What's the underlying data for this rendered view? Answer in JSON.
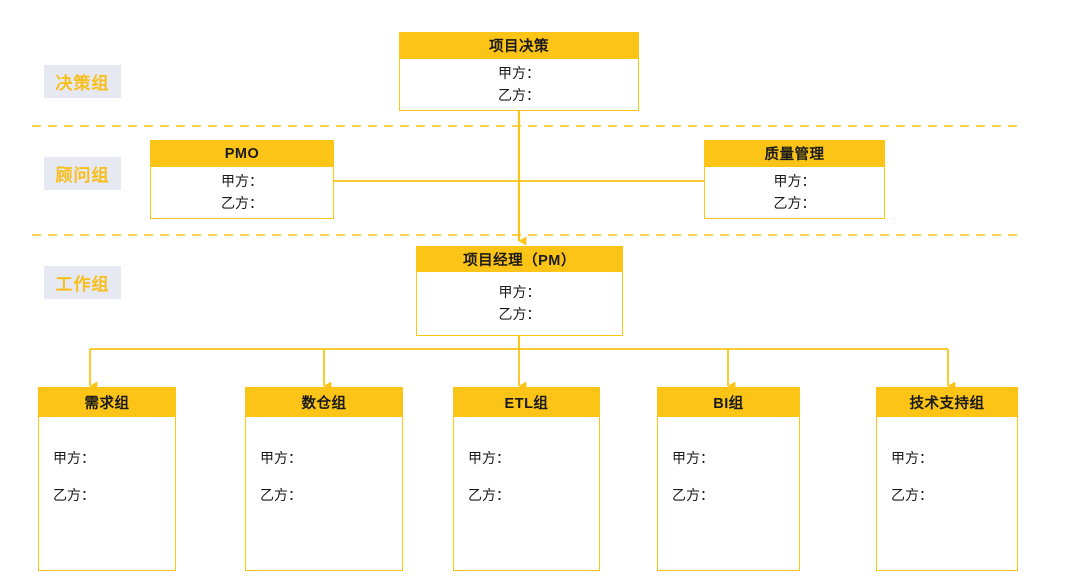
{
  "diagram": {
    "title_text": "",
    "party_a_label": "甲方：",
    "party_b_label": "乙方："
  },
  "colors": {
    "accent": "#fbc417",
    "accent_line": "#fbc417",
    "badge_bg": "#e6e8f2",
    "badge_text": "#f8bf1c",
    "node_text": "#1a1a1a",
    "page_bg": "#ffffff"
  },
  "tiers": [
    {
      "id": "decision",
      "label": "决策组"
    },
    {
      "id": "advisory",
      "label": "顾问组"
    },
    {
      "id": "working",
      "label": "工作组"
    }
  ],
  "nodes": {
    "decision": {
      "title": "项目决策",
      "party_a": "甲方：",
      "party_b": "乙方："
    },
    "pmo": {
      "title": "PMO",
      "party_a": "甲方：",
      "party_b": "乙方："
    },
    "quality": {
      "title": "质量管理",
      "party_a": "甲方：",
      "party_b": "乙方："
    },
    "pm": {
      "title": "项目经理（PM）",
      "party_a": "甲方：",
      "party_b": "乙方："
    }
  },
  "leaf_nodes": [
    {
      "id": "requirements",
      "title": "需求组",
      "party_a": "甲方：",
      "party_b": "乙方："
    },
    {
      "id": "warehouse",
      "title": "数仓组",
      "party_a": "甲方：",
      "party_b": "乙方："
    },
    {
      "id": "etl",
      "title": "ETL组",
      "party_a": "甲方：",
      "party_b": "乙方："
    },
    {
      "id": "bi",
      "title": "BI组",
      "party_a": "甲方：",
      "party_b": "乙方："
    },
    {
      "id": "support",
      "title": "技术支持组",
      "party_a": "甲方：",
      "party_b": "乙方："
    }
  ]
}
